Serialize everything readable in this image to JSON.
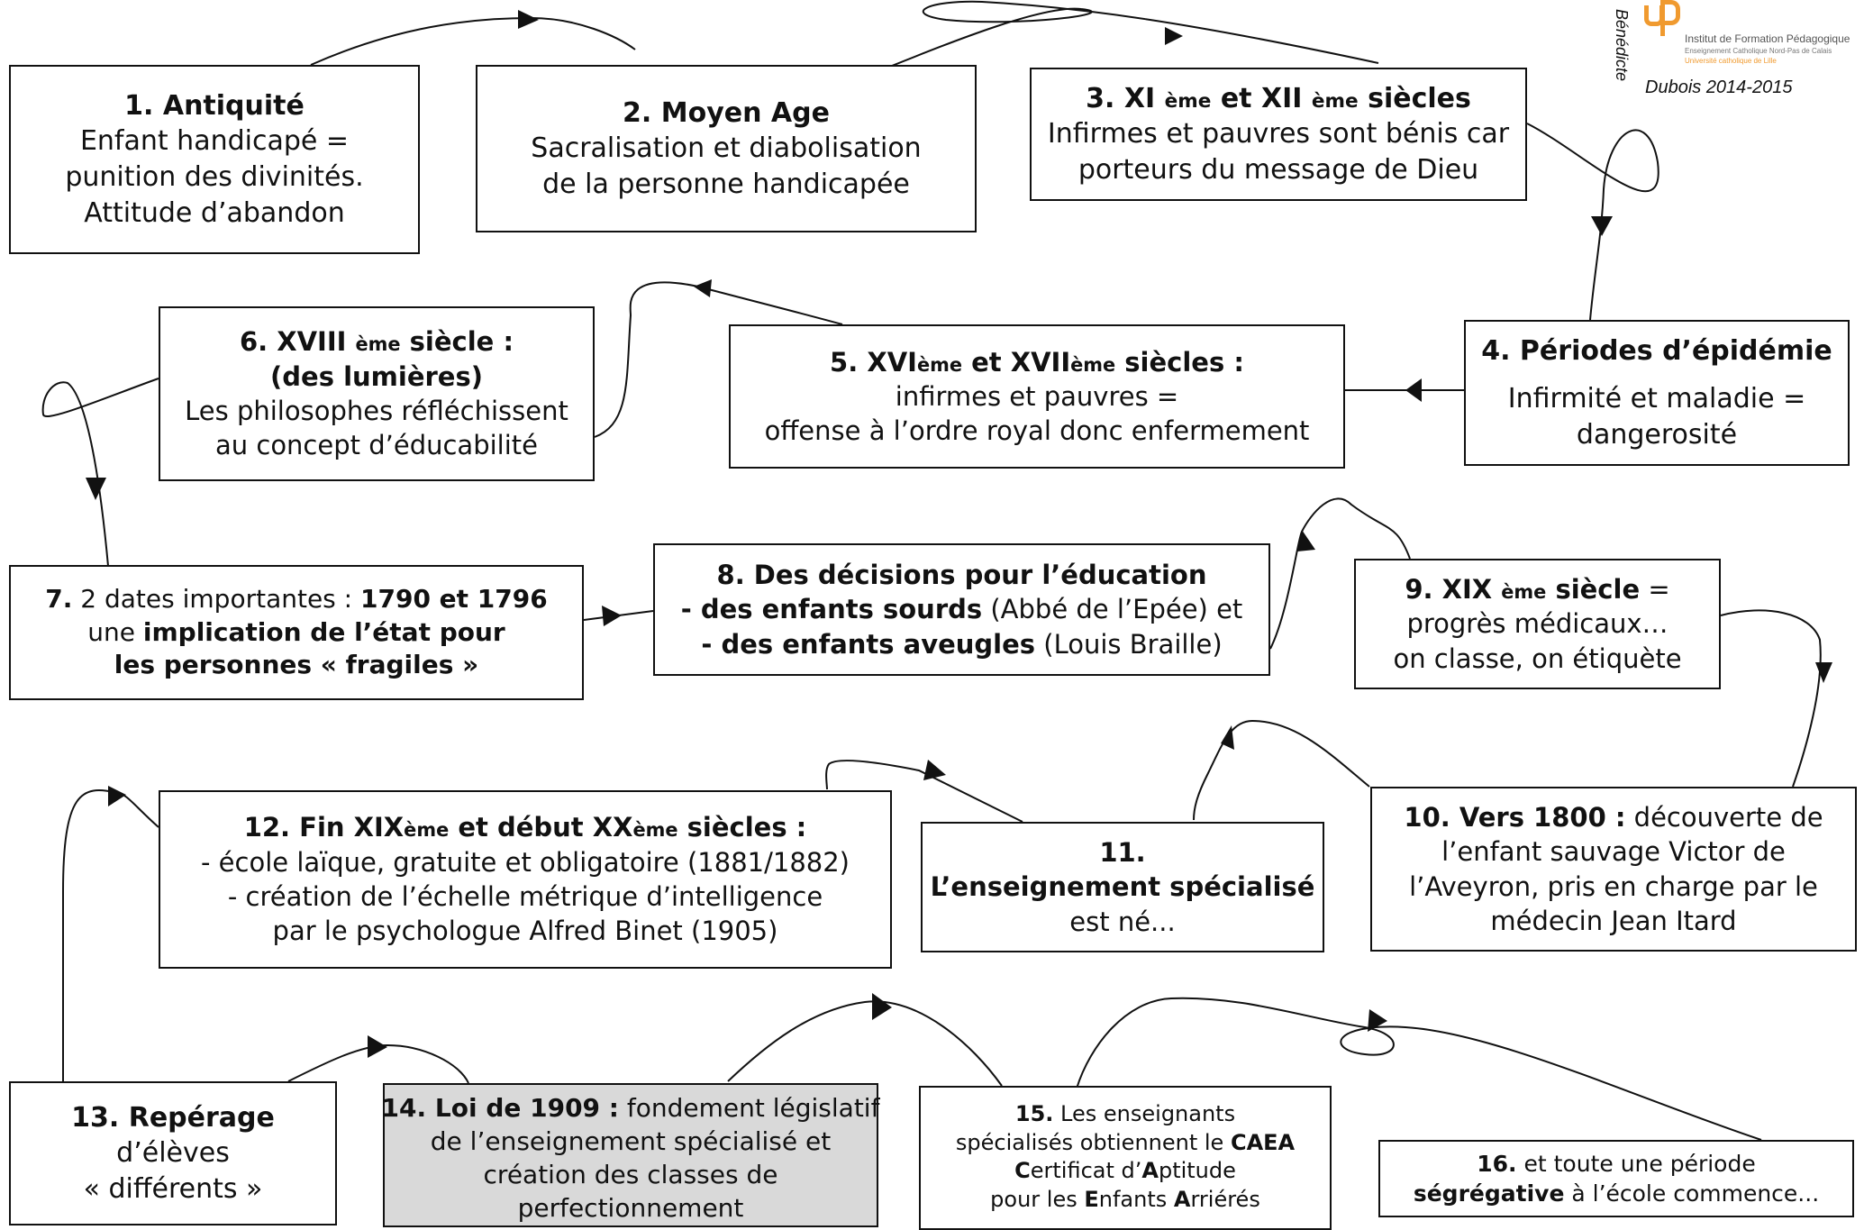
{
  "logo": {
    "line1": "Institut de Formation Pédagogique",
    "line2": "Enseignement Catholique Nord-Pas de Calais",
    "line3": "Université catholique de Lille"
  },
  "author": {
    "first_name": "Bénédicte",
    "rest": "Dubois 2014-2015"
  },
  "boxes": {
    "b1": {
      "title": "1. Antiquité",
      "l1": "Enfant handicapé =",
      "l2": "punition des divinités.",
      "l3": "Attitude d’abandon"
    },
    "b2": {
      "title": "2. Moyen Age",
      "l1": "Sacralisation et diabolisation",
      "l2": "de la personne handicapée"
    },
    "b3": {
      "t1": "3. XI ",
      "t2": "ème",
      "t3": " et XII ",
      "t4": "ème",
      "t5": " siècles",
      "l1": "Infirmes et pauvres sont bénis car",
      "l2": "porteurs du message de Dieu"
    },
    "b4": {
      "title": "4. Périodes d’épidémie",
      "l1": "Infirmité et maladie =",
      "l2": "dangerosité"
    },
    "b5": {
      "t1": "5. XVI",
      "t2": "ème",
      "t3": " et XVII",
      "t4": "ème",
      "t5": " siècles :",
      "l1": "infirmes et pauvres =",
      "l2": "offense à l’ordre royal donc enfermement"
    },
    "b6": {
      "t1": "6.  XVIII ",
      "t2": "ème",
      "t3": " siècle :",
      "l1": "(des lumières)",
      "l2": "Les philosophes réfléchissent",
      "l3": "au concept d’éducabilité"
    },
    "b7": {
      "p1": "7.",
      "p2": " 2 dates importantes : ",
      "p3": "1790 et 1796",
      "p4": "une ",
      "p5": "implication de l’état pour",
      "p6": "les personnes « fragiles »"
    },
    "b8": {
      "title": "8. Des décisions pour l’éducation",
      "a1": "- des enfants sourds",
      "a2": " (Abbé de l’Epée) et",
      "c1": "- des enfants aveugles",
      "c2": " (Louis Braille)"
    },
    "b9": {
      "t1": "9. XIX ",
      "t2": "ème",
      "t3": " siècle",
      "t4": " =",
      "l1": "progrès médicaux…",
      "l2": "on classe, on étiquète"
    },
    "b10": {
      "t1": "10. Vers 1800 :",
      "t2": " découverte de",
      "l1": "l’enfant sauvage Victor de",
      "l2": "l’Aveyron, pris en charge par le",
      "l3": "médecin Jean Itard"
    },
    "b11": {
      "title": "11.",
      "l1": "L’enseignement spécialisé",
      "l2": "est né..."
    },
    "b12": {
      "t1": "12. Fin XIX",
      "t2": "ème",
      "t3": " et début XX",
      "t4": "ème",
      "t5": " siècles :",
      "l1": "- école laïque, gratuite et obligatoire (1881/1882)",
      "l2": "- création de l’échelle métrique d’intelligence",
      "l3": "par le psychologue Alfred Binet (1905)"
    },
    "b13": {
      "title": "13. Repérage",
      "l1": "d’élèves",
      "l2": "« différents »"
    },
    "b14": {
      "t1": "14. Loi de 1909 :",
      "t2": " fondement législatif",
      "l1": "de l’enseignement spécialisé et",
      "l2": "création des classes de",
      "l3": "perfectionnement"
    },
    "b15": {
      "t1": "15.",
      "t2": " Les enseignants",
      "l1": "spécialisés obtiennent le ",
      "l1b": "CAEA",
      "c1": "C",
      "c2": "ertificat d’",
      "c3": "A",
      "c4": "ptitude",
      "e1": "pour les ",
      "e2": "E",
      "e3": "nfants ",
      "e4": "A",
      "e5": "rriérés"
    },
    "b16": {
      "t1": "16.",
      "t2": " et toute une période",
      "l1": "ségrégative",
      "l2": " à l’école commence..."
    }
  }
}
